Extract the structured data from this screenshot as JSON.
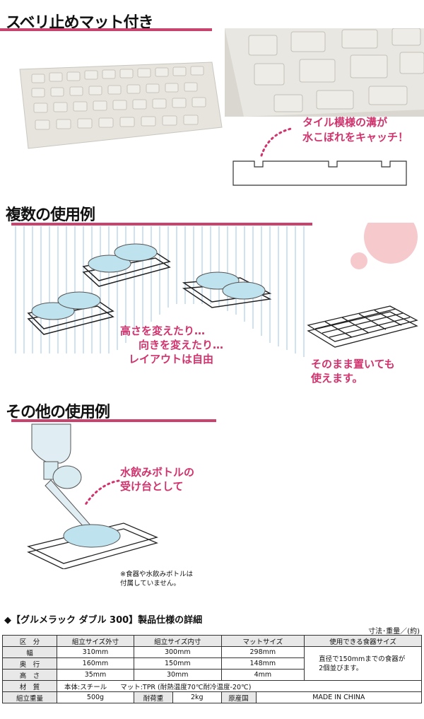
{
  "sections": {
    "mat_title": "スベリ止めマット付き",
    "multi_title": "複数の使用例",
    "other_title": "その他の使用例"
  },
  "callouts": {
    "tile_line1": "タイル模様の溝が",
    "tile_line2": "水こぼれをキャッチ！",
    "height_line1": "高さを変えたり…",
    "height_line2": "向きを変えたり…",
    "height_line3": "レイアウトは自由",
    "floor_line1": "そのまま置いても",
    "floor_line2": "使えます。",
    "bottle_line1": "水飲みボトルの",
    "bottle_line2": "受け台として",
    "note_line1": "※食器や水飲みボトルは",
    "note_line2": "付属していません。"
  },
  "spec": {
    "heading": "◆【グルメラック ダブル 300】製品仕様の詳細",
    "unit_note": "寸法･重量／(約)",
    "headers": [
      "区　分",
      "組立サイズ外寸",
      "組立サイズ内寸",
      "マットサイズ",
      "使用できる食器サイズ"
    ],
    "rows": [
      {
        "label": "幅",
        "outer": "310mm",
        "inner": "300mm",
        "mat": "298mm"
      },
      {
        "label": "奥　行",
        "outer": "160mm",
        "inner": "150mm",
        "mat": "148mm"
      },
      {
        "label": "高　さ",
        "outer": "35mm",
        "inner": "30mm",
        "mat": "4mm"
      }
    ],
    "dish_size_line1": "直径で150mmまでの食器が",
    "dish_size_line2": "2個並びます。",
    "material_label": "材　質",
    "material_value": "本体:スチール　　マット:TPR (耐熱温度70℃耐冷温度-20℃)",
    "weight_label": "組立重量",
    "weight_value": "500g",
    "load_label": "耐荷重",
    "load_value": "2kg",
    "origin_label": "原産国",
    "origin_value": "MADE IN CHINA"
  },
  "colors": {
    "accent": "#c8446f",
    "callout": "#d0336d",
    "bowl": "#bfe3ee",
    "pink_bubble": "#f6c9cc"
  }
}
